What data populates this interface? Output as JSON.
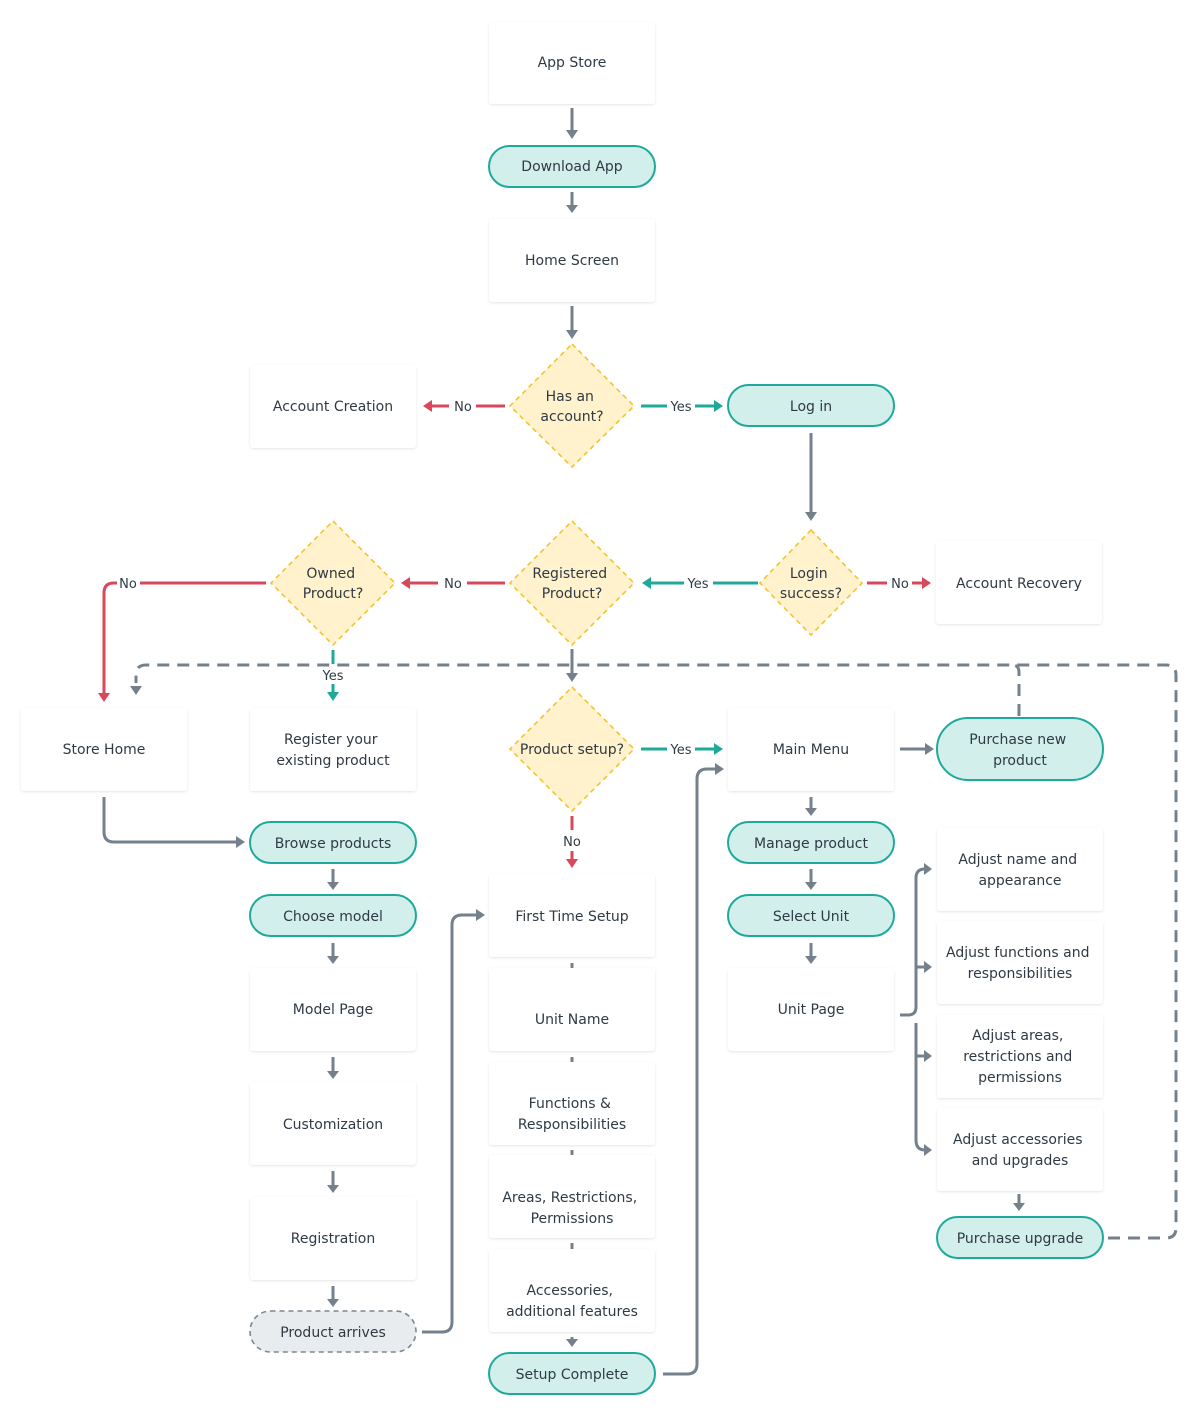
{
  "colors": {
    "teal": "#1fa99a",
    "red": "#d9475a",
    "gray": "#74818d",
    "decision": "#fff2cc",
    "pill": "#d2efec"
  },
  "nodes": {
    "app_store": "App Store",
    "download_app": "Download App",
    "home_screen": "Home Screen",
    "has_account": [
      "Has an",
      "account?"
    ],
    "account_creation": "Account Creation",
    "log_in": "Log in",
    "login_success": [
      "Login",
      "success?"
    ],
    "account_recovery": "Account Recovery",
    "registered_product": [
      "Registered",
      "Product?"
    ],
    "owned_product": [
      "Owned",
      "Product?"
    ],
    "store_home": "Store Home",
    "register_existing": [
      "Register your",
      "existing product"
    ],
    "product_setup": "Product setup?",
    "main_menu": "Main Menu",
    "purchase_new": [
      "Purchase new",
      "product"
    ],
    "browse_products": "Browse products",
    "choose_model": "Choose model",
    "model_page": "Model Page",
    "customization": "Customization",
    "registration": "Registration",
    "product_arrives": "Product arrives",
    "first_time_setup": "First Time Setup",
    "unit_name": "Unit Name",
    "functions": [
      "Functions &",
      "Responsibilities"
    ],
    "areas": [
      "Areas, Restrictions,",
      "Permissions"
    ],
    "accessories": [
      "Accessories,",
      "additional features"
    ],
    "setup_complete": "Setup Complete",
    "manage_product": "Manage product",
    "select_unit": "Select Unit",
    "unit_page": "Unit Page",
    "adjust_name": [
      "Adjust name and",
      "appearance"
    ],
    "adjust_functions": [
      "Adjust functions and",
      "responsibilities"
    ],
    "adjust_areas": [
      "Adjust areas,",
      "restrictions and",
      "permissions"
    ],
    "adjust_accessories": [
      "Adjust accessories",
      "and upgrades"
    ],
    "purchase_upgrade": "Purchase upgrade"
  },
  "edge_labels": {
    "account_no": "No",
    "account_yes": "Yes",
    "login_no": "No",
    "login_yes": "Yes",
    "registered_no": "No",
    "owned_no": "No",
    "owned_yes": "Yes",
    "setup_yes": "Yes",
    "setup_no": "No"
  }
}
